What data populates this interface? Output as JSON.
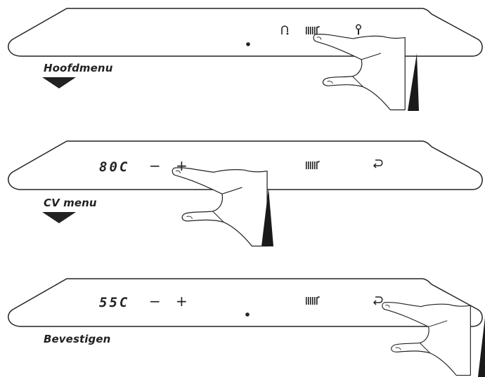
{
  "steps": [
    {
      "label": "Hoofdmenu",
      "display": "",
      "minus": "",
      "plus": "",
      "icons": [
        "tap-icon",
        "radiator-icon",
        "service-icon"
      ],
      "pointer": "radiator-button",
      "arrow": true
    },
    {
      "label": "CV menu",
      "display": "80C",
      "minus": "−",
      "plus": "+",
      "icons": [
        "radiator-icon",
        "return-icon"
      ],
      "pointer": "plus-button",
      "arrow": true
    },
    {
      "label": "Bevestigen",
      "display": "55C",
      "minus": "−",
      "plus": "+",
      "icons": [
        "radiator-icon",
        "return-icon"
      ],
      "pointer": "return-button",
      "arrow": false
    }
  ],
  "colors": {
    "line": "#222222",
    "fill": "#ffffff",
    "shade": "#1a1a1a"
  }
}
